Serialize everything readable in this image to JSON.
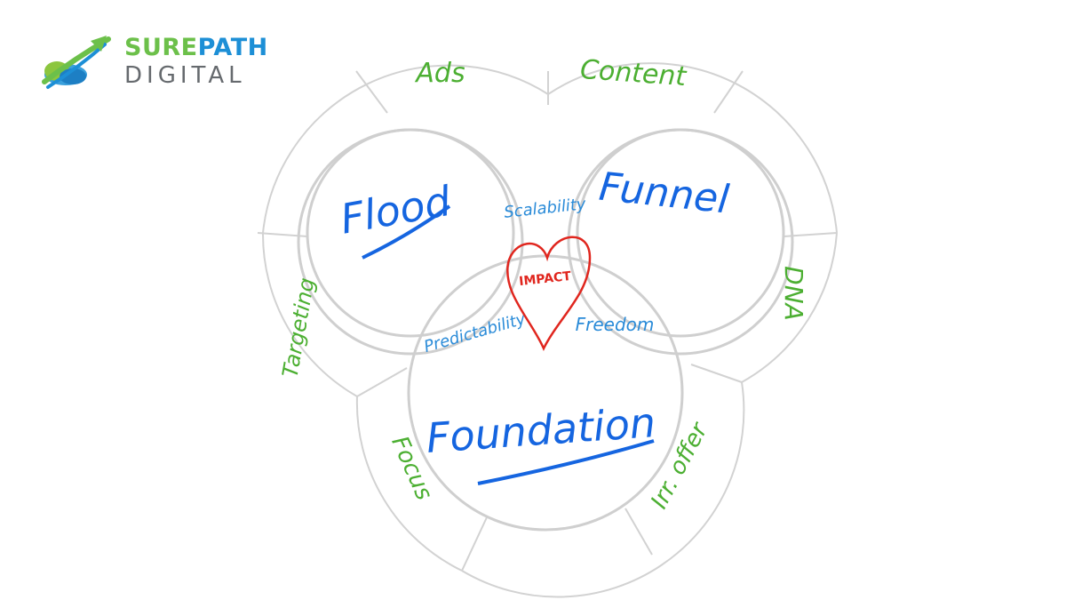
{
  "logo": {
    "brand_line1_a": "SURE",
    "brand_line1_b": "PATH",
    "brand_line2": "DIGITAL"
  },
  "circles": {
    "top_left": "Flood",
    "top_right": "Funnel",
    "bottom": "Foundation"
  },
  "overlaps": {
    "top": "Scalability",
    "left": "Predictability",
    "right": "Freedom",
    "center": "IMPACT"
  },
  "outer_ring": {
    "ads": "Ads",
    "content": "Content",
    "dna": "DNA",
    "targeting": "Targeting",
    "focus": "Focus",
    "offer": "Irr. offer"
  },
  "colors": {
    "blue": "#1565e0",
    "light_blue": "#2a8bd8",
    "green": "#4caf32",
    "red": "#e0261e",
    "ring": "#cfcfcf"
  }
}
